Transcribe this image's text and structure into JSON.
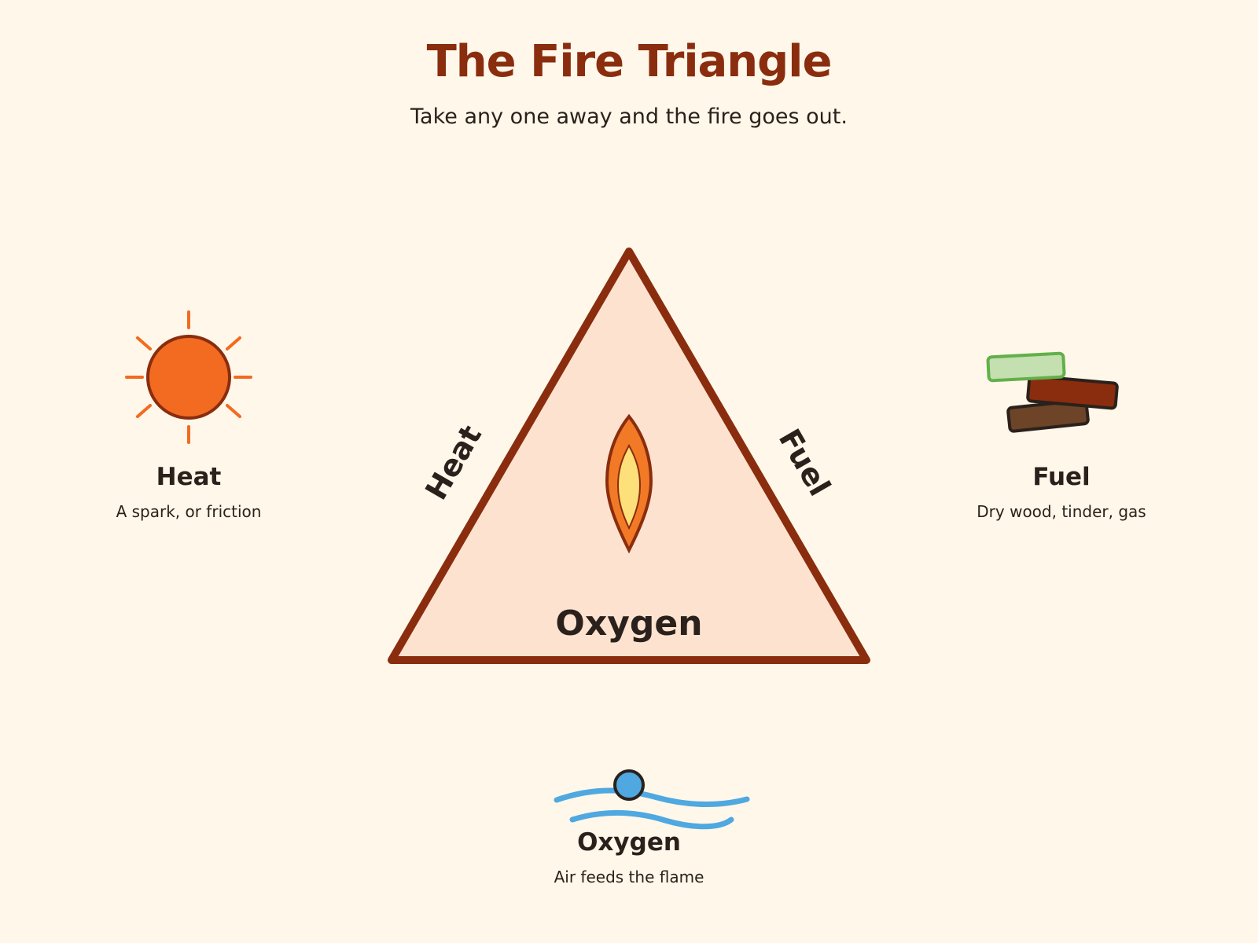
{
  "header": {
    "title": "The Fire Triangle",
    "subtitle": "Take any one away and the fire goes out."
  },
  "triangle": {
    "left_side_label": "Heat",
    "right_side_label": "Fuel",
    "base_label": "Oxygen"
  },
  "elements": {
    "heat": {
      "title": "Heat",
      "description": "A spark, or friction",
      "icon": "sun-icon"
    },
    "fuel": {
      "title": "Fuel",
      "description": "Dry wood, tinder, gas",
      "icon": "wood-pile-icon"
    },
    "oxygen": {
      "title": "Oxygen",
      "description": "Air feeds the flame",
      "icon": "air-wave-icon"
    }
  },
  "colors": {
    "background": "#fff7e9",
    "triangle_fill": "#fde3cf",
    "triangle_stroke": "#8a2d0e",
    "sun": "#f26b21",
    "flame_outer": "#f27a26",
    "flame_inner": "#fde07a",
    "air": "#4fa8e0",
    "leaf": "#c4dfb0",
    "leaf_stroke": "#62b04a",
    "log_dark": "#8a2d0e",
    "log_brown": "#6d4427"
  }
}
